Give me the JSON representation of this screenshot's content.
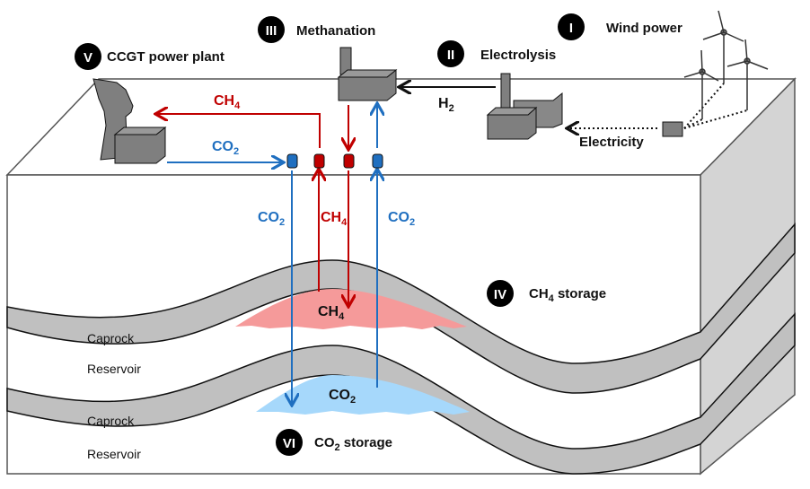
{
  "colors": {
    "ch4": "#c00000",
    "co2": "#1f6fc0",
    "ch4_pool": "#f59a9a",
    "co2_pool": "#a6d8fb",
    "rock": "#c0c0c0",
    "plant": "#7f7f7f"
  },
  "stages": [
    {
      "numeral": "I",
      "label": "Wind power"
    },
    {
      "numeral": "II",
      "label": "Electrolysis"
    },
    {
      "numeral": "III",
      "label": "Methanation"
    },
    {
      "numeral": "IV",
      "label_base": "CH",
      "label_sub": "4",
      "label_rest": " storage"
    },
    {
      "numeral": "V",
      "label": "CCGT power plant"
    },
    {
      "numeral": "VI",
      "label_base": "CO",
      "label_sub": "2",
      "label_rest": " storage"
    }
  ],
  "flows": {
    "ch4_to_plant": {
      "base": "CH",
      "sub": "4"
    },
    "co2_from_plant": {
      "base": "CO",
      "sub": "2"
    },
    "co2_down": {
      "base": "CO",
      "sub": "2"
    },
    "ch4_up": {
      "base": "CH",
      "sub": "4"
    },
    "co2_up": {
      "base": "CO",
      "sub": "2"
    },
    "h2": {
      "base": "H",
      "sub": "2"
    },
    "electricity": "Electricity"
  },
  "pools": {
    "ch4": {
      "base": "CH",
      "sub": "4"
    },
    "co2": {
      "base": "CO",
      "sub": "2"
    }
  },
  "layers": {
    "caprock1": "Caprock",
    "reservoir1": "Reservoir",
    "caprock2": "Caprock",
    "reservoir2": "Reservoir"
  }
}
